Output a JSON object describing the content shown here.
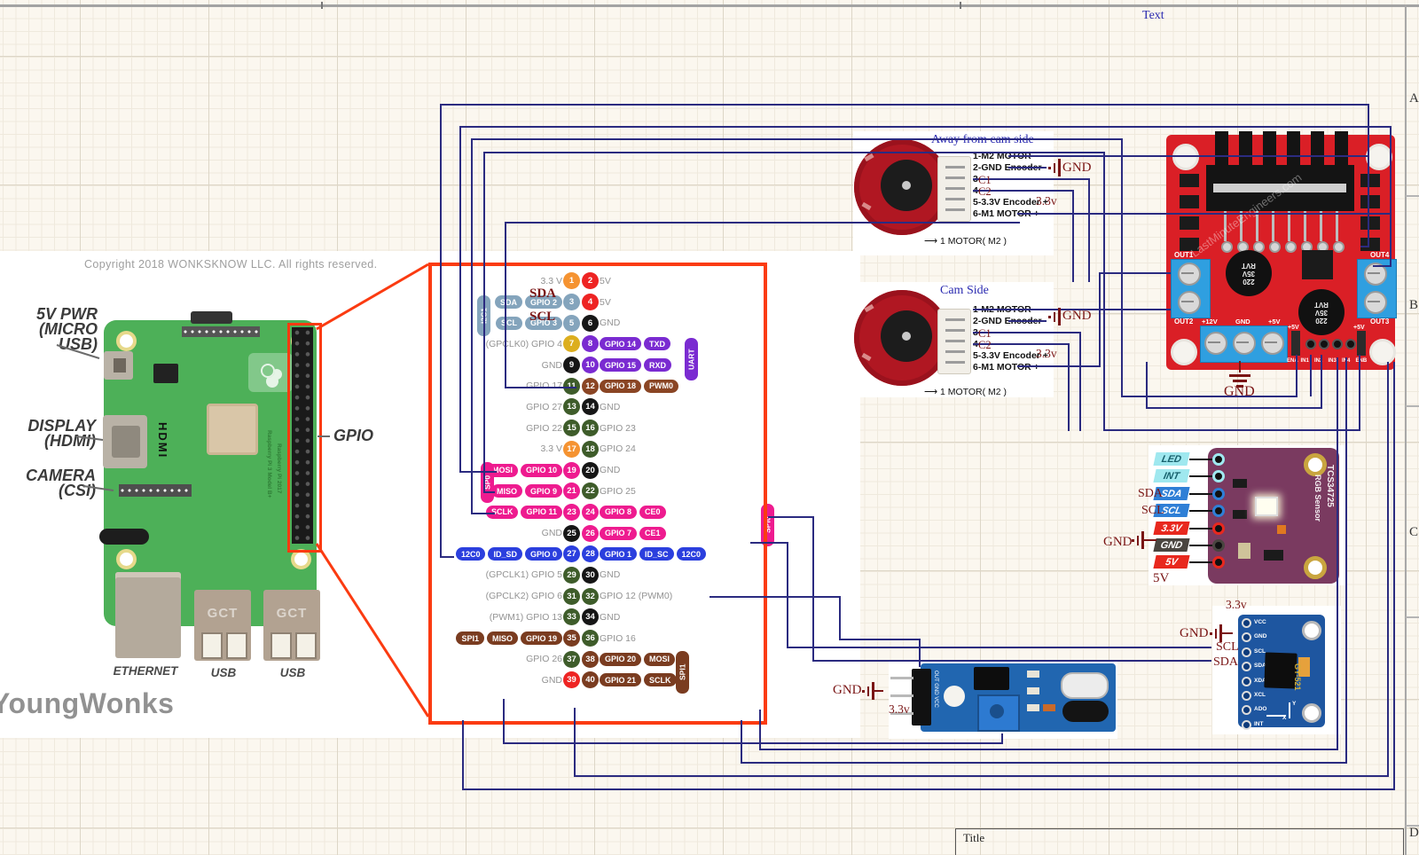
{
  "sheet": {
    "annotation_text": "Text",
    "row_labels": [
      "A",
      "B",
      "C",
      "D"
    ],
    "title_label": "Title"
  },
  "colors": {
    "wire": "#2b2b80",
    "annotation_red": "#7a1515",
    "annotation_blue": "#2a2ab0",
    "callout_orange": "#fb3b11",
    "grid_bg": "#fbf7ef"
  },
  "pi": {
    "copyright": "Copyright 2018 WONKSKNOW LLC. All rights reserved.",
    "label_power_1": "5V PWR",
    "label_power_2": "(MICRO USB)",
    "label_display_1": "DISPLAY",
    "label_display_2": "(HDMI)",
    "label_camera_1": "CAMERA",
    "label_camera_2": "(CSI)",
    "label_gpio": "GPIO",
    "label_hdmi": "HDMI",
    "label_ethernet": "ETHERNET",
    "label_usb_1": "USB",
    "label_usb_2": "USB",
    "port_brand": "GCT",
    "board_text_1": "Raspberry Pi 3 Model B+",
    "board_text_2": "Raspberry Pi 2017",
    "logo": "YoungWonks"
  },
  "gpio_chart": {
    "annotation_sda": "SDA",
    "annotation_scl": "SCL",
    "side_tags": [
      {
        "label": "I2C1"
      },
      {
        "label": "SP0"
      },
      {
        "label": "UART"
      },
      {
        "label": "SPI0"
      },
      {
        "label": "SPI1"
      }
    ],
    "rows": [
      {
        "l": [
          {
            "t": "3.3 V",
            "c": "txt"
          }
        ],
        "p1": {
          "n": "1",
          "c": "or"
        },
        "p2": {
          "n": "2",
          "c": "rd"
        },
        "r": [
          {
            "t": "5V",
            "c": "txt"
          }
        ]
      },
      {
        "l": [
          {
            "t": "SDA",
            "c": "ib"
          },
          {
            "t": "GPIO 2",
            "c": "ib"
          }
        ],
        "p1": {
          "n": "3",
          "c": "ib"
        },
        "p2": {
          "n": "4",
          "c": "rd"
        },
        "r": [
          {
            "t": "5V",
            "c": "txt"
          }
        ]
      },
      {
        "l": [
          {
            "t": "SCL",
            "c": "ib"
          },
          {
            "t": "GPIO 3",
            "c": "ib"
          }
        ],
        "p1": {
          "n": "5",
          "c": "ib"
        },
        "p2": {
          "n": "6",
          "c": "bk"
        },
        "r": [
          {
            "t": "GND",
            "c": "txt"
          }
        ]
      },
      {
        "l": [
          {
            "t": "(GPCLK0) GPIO 4",
            "c": "txt"
          }
        ],
        "p1": {
          "n": "7",
          "c": "yl"
        },
        "p2": {
          "n": "8",
          "c": "pu"
        },
        "r": [
          {
            "t": "GPIO 14",
            "c": "pu"
          },
          {
            "t": "TXD",
            "c": "pu"
          }
        ]
      },
      {
        "l": [
          {
            "t": "GND",
            "c": "txt"
          }
        ],
        "p1": {
          "n": "9",
          "c": "bk"
        },
        "p2": {
          "n": "10",
          "c": "pu"
        },
        "r": [
          {
            "t": "GPIO 15",
            "c": "pu"
          },
          {
            "t": "RXD",
            "c": "pu"
          }
        ]
      },
      {
        "l": [
          {
            "t": "GPIO 17",
            "c": "txt"
          }
        ],
        "p1": {
          "n": "11",
          "c": "gn"
        },
        "p2": {
          "n": "12",
          "c": "br"
        },
        "r": [
          {
            "t": "GPIO 18",
            "c": "br"
          },
          {
            "t": "PWM0",
            "c": "br"
          }
        ]
      },
      {
        "l": [
          {
            "t": "GPIO 27",
            "c": "txt"
          }
        ],
        "p1": {
          "n": "13",
          "c": "gn"
        },
        "p2": {
          "n": "14",
          "c": "bk"
        },
        "r": [
          {
            "t": "GND",
            "c": "txt"
          }
        ]
      },
      {
        "l": [
          {
            "t": "GPIO 22",
            "c": "txt"
          }
        ],
        "p1": {
          "n": "15",
          "c": "gn"
        },
        "p2": {
          "n": "16",
          "c": "gn"
        },
        "r": [
          {
            "t": "GPIO 23",
            "c": "txt"
          }
        ]
      },
      {
        "l": [
          {
            "t": "3.3 V",
            "c": "txt"
          }
        ],
        "p1": {
          "n": "17",
          "c": "or"
        },
        "p2": {
          "n": "18",
          "c": "gn"
        },
        "r": [
          {
            "t": "GPIO 24",
            "c": "txt"
          }
        ]
      },
      {
        "l": [
          {
            "t": "MOSI",
            "c": "pk"
          },
          {
            "t": "GPIO 10",
            "c": "pk"
          }
        ],
        "p1": {
          "n": "19",
          "c": "pk"
        },
        "p2": {
          "n": "20",
          "c": "bk"
        },
        "r": [
          {
            "t": "GND",
            "c": "txt"
          }
        ]
      },
      {
        "l": [
          {
            "t": "MISO",
            "c": "pk"
          },
          {
            "t": "GPIO 9",
            "c": "pk"
          }
        ],
        "p1": {
          "n": "21",
          "c": "pk"
        },
        "p2": {
          "n": "22",
          "c": "gn"
        },
        "r": [
          {
            "t": "GPIO 25",
            "c": "txt"
          }
        ]
      },
      {
        "l": [
          {
            "t": "SCLK",
            "c": "pk"
          },
          {
            "t": "GPIO 11",
            "c": "pk"
          }
        ],
        "p1": {
          "n": "23",
          "c": "pk"
        },
        "p2": {
          "n": "24",
          "c": "pk"
        },
        "r": [
          {
            "t": "GPIO 8",
            "c": "pk"
          },
          {
            "t": "CE0",
            "c": "pk"
          }
        ]
      },
      {
        "l": [
          {
            "t": "GND",
            "c": "txt"
          }
        ],
        "p1": {
          "n": "25",
          "c": "bk"
        },
        "p2": {
          "n": "26",
          "c": "pk"
        },
        "r": [
          {
            "t": "GPIO 7",
            "c": "pk"
          },
          {
            "t": "CE1",
            "c": "pk"
          }
        ]
      },
      {
        "l": [
          {
            "t": "12C0",
            "c": "bl"
          },
          {
            "t": "ID_SD",
            "c": "bl"
          },
          {
            "t": "GPIO 0",
            "c": "bl"
          }
        ],
        "p1": {
          "n": "27",
          "c": "bl"
        },
        "p2": {
          "n": "28",
          "c": "bl"
        },
        "r": [
          {
            "t": "GPIO 1",
            "c": "bl"
          },
          {
            "t": "ID_SC",
            "c": "bl"
          },
          {
            "t": "12C0",
            "c": "bl"
          }
        ]
      },
      {
        "l": [
          {
            "t": "(GPCLK1) GPIO 5",
            "c": "txt"
          }
        ],
        "p1": {
          "n": "29",
          "c": "gn"
        },
        "p2": {
          "n": "30",
          "c": "bk"
        },
        "r": [
          {
            "t": "GND",
            "c": "txt"
          }
        ]
      },
      {
        "l": [
          {
            "t": "(GPCLK2) GPIO 6",
            "c": "txt"
          }
        ],
        "p1": {
          "n": "31",
          "c": "gn"
        },
        "p2": {
          "n": "32",
          "c": "gn"
        },
        "r": [
          {
            "t": "GPIO 12 (PWM0)",
            "c": "txt"
          }
        ]
      },
      {
        "l": [
          {
            "t": "(PWM1) GPIO 13",
            "c": "txt"
          }
        ],
        "p1": {
          "n": "33",
          "c": "gn"
        },
        "p2": {
          "n": "34",
          "c": "bk"
        },
        "r": [
          {
            "t": "GND",
            "c": "txt"
          }
        ]
      },
      {
        "l": [
          {
            "t": "SPI1",
            "c": "b2"
          },
          {
            "t": "MISO",
            "c": "b2"
          },
          {
            "t": "GPIO 19",
            "c": "b2"
          }
        ],
        "p1": {
          "n": "35",
          "c": "b2"
        },
        "p2": {
          "n": "36",
          "c": "gn"
        },
        "r": [
          {
            "t": "GPIO 16",
            "c": "txt"
          }
        ]
      },
      {
        "l": [
          {
            "t": "GPIO  26",
            "c": "txt"
          }
        ],
        "p1": {
          "n": "37",
          "c": "gn"
        },
        "p2": {
          "n": "38",
          "c": "b2"
        },
        "r": [
          {
            "t": "GPIO 20",
            "c": "b2"
          },
          {
            "t": "MOSI",
            "c": "b2"
          }
        ]
      },
      {
        "l": [
          {
            "t": "GND",
            "c": "txt"
          }
        ],
        "p1": {
          "n": "39",
          "c": "rd"
        },
        "p2": {
          "n": "40",
          "c": "b2"
        },
        "r": [
          {
            "t": "GPIO 21",
            "c": "b2"
          },
          {
            "t": "SCLK",
            "c": "b2"
          }
        ]
      }
    ]
  },
  "motors": [
    {
      "title": "Away from cam side",
      "pins": [
        "1-M2 MOTOR -",
        "2-GND Encoder",
        "3-",
        "4-",
        "5-3.3V Encoder +",
        "6-M1 MOTOR +"
      ],
      "caption": "1 MOTOR( M2 )",
      "ann_c1": "C1",
      "ann_c2": "C2",
      "ann_gnd": "GND",
      "ann_33": "3.3v"
    },
    {
      "title": "Cam Side",
      "pins": [
        "1-M2 MOTOR -",
        "2-GND Encoder-",
        "3-",
        "4-",
        "5-3.3V Encoder +",
        "6-M1 MOTOR +"
      ],
      "caption": "1 MOTOR( M2 )",
      "ann_c1": "C1",
      "ann_c2": "C2",
      "ann_gnd": "GND",
      "ann_33": "3.3v"
    }
  ],
  "l298n": {
    "out1": "OUT1",
    "out2": "OUT2",
    "out3": "OUT3",
    "out4": "OUT4",
    "terminals": [
      "+12V",
      "GND",
      "+5V"
    ],
    "pins": [
      "ENA",
      "IN1",
      "IN2",
      "IN3",
      "IN4",
      "ENB"
    ],
    "plus5_left": "+5V",
    "plus5_right": "+5V",
    "cap_line1": "220",
    "cap_line2": "35V",
    "cap_line3": "RVT",
    "watermark": "LastMinuteEngineers.com",
    "ann_gnd": "GND"
  },
  "tcs34725": {
    "pins": [
      {
        "label": "LED",
        "color": "cyan"
      },
      {
        "label": "INT",
        "color": "cyan"
      },
      {
        "label": "SDA",
        "color": "blue"
      },
      {
        "label": "SCL",
        "color": "blue"
      },
      {
        "label": "3.3V",
        "color": "red"
      },
      {
        "label": "GND",
        "color": "dark"
      },
      {
        "label": "5V",
        "color": "red"
      }
    ],
    "tag_colors": {
      "cyan": {
        "bg": "#9fe8ef",
        "fg": "#17616d"
      },
      "blue": {
        "bg": "#2f7fd6",
        "fg": "#ffffff"
      },
      "red": {
        "bg": "#e8281e",
        "fg": "#ffffff"
      },
      "dark": {
        "bg": "#4a4540",
        "fg": "#ffffff"
      }
    },
    "board_line1": "TCS34725",
    "board_line2": "RGB Sensor",
    "ann_sda": "SDA",
    "ann_scl": "SCL",
    "ann_gnd": "GND",
    "ann_5v": "5V"
  },
  "gy521": {
    "pins": [
      "VCC",
      "GND",
      "SCL",
      "SDA",
      "XDA",
      "XCL",
      "ADO",
      "INT"
    ],
    "board_text": "GY-521",
    "ann_33": "3.3v",
    "ann_gnd": "GND",
    "ann_scl": "SCL",
    "ann_sda": "SDA",
    "axis_x": "X",
    "axis_y": "Y"
  },
  "ir_sensor": {
    "pin_text": "OUT GND VCC",
    "ann_gnd": "GND",
    "ann_33": "3.3v"
  }
}
